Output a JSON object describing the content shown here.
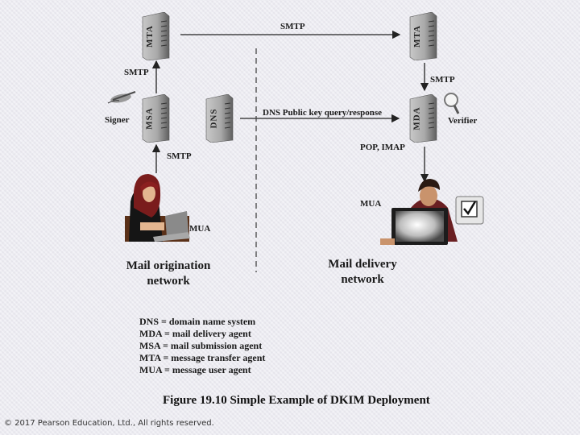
{
  "diagram": {
    "nodes": {
      "mta_left": "MTA",
      "mta_right": "MTA",
      "msa": "MSA",
      "dns": "DNS",
      "mda": "MDA"
    },
    "labels": {
      "smtp_top": "SMTP",
      "smtp_left_upper": "SMTP",
      "smtp_left_lower": "SMTP",
      "smtp_right": "SMTP",
      "dns_query": "DNS Public key query/response",
      "pop_imap": "POP, IMAP",
      "signer": "Signer",
      "verifier": "Verifier",
      "mua_left": "MUA",
      "mua_right": "MUA"
    },
    "networks": {
      "origination_line1": "Mail origination",
      "origination_line2": "network",
      "delivery_line1": "Mail delivery",
      "delivery_line2": "network"
    }
  },
  "legend": [
    "DNS = domain name system",
    "MDA = mail delivery agent",
    "MSA = mail submission agent",
    "MTA = message transfer agent",
    "MUA = message user agent"
  ],
  "caption": "Figure 19.10  Simple Example of DKIM Deployment",
  "copyright": "© 2017 Pearson Education, Ltd., All rights reserved."
}
